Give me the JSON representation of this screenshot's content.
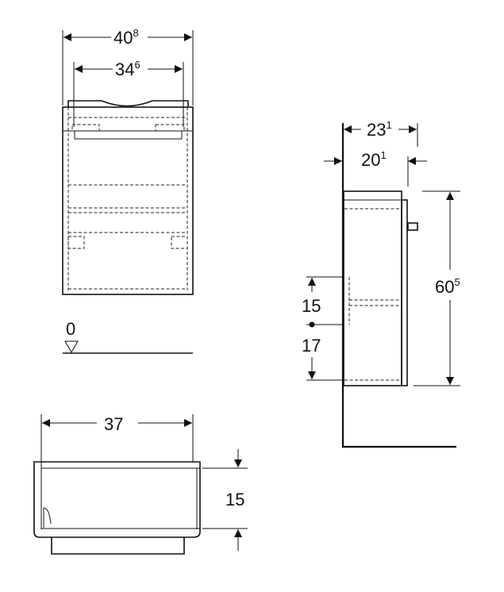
{
  "front_view": {
    "width_outer": {
      "main": "40",
      "sup": "8"
    },
    "width_inner": {
      "main": "34",
      "sup": "6"
    },
    "floor_level": "0"
  },
  "side_view": {
    "depth_total": {
      "main": "23",
      "sup": "1"
    },
    "depth_body": {
      "main": "20",
      "sup": "1"
    },
    "height": {
      "main": "60",
      "sup": "5"
    },
    "mount_upper": "15",
    "mount_lower": "17"
  },
  "top_view": {
    "width": "37",
    "drawer_depth": "15"
  }
}
